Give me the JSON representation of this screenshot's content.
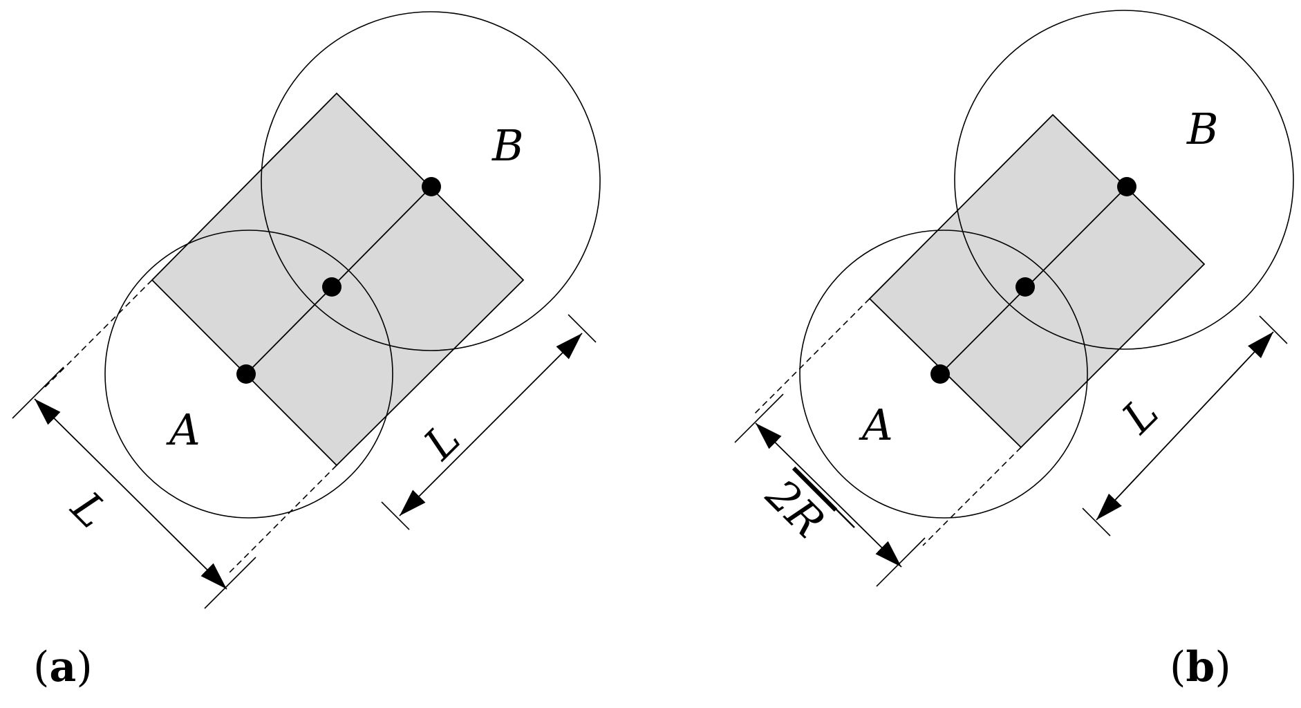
{
  "panels": [
    {
      "id": "a",
      "label_open": "(",
      "label_letter": "a",
      "label_close": ")",
      "circle_a_label": "A",
      "circle_b_label": "B",
      "dim_left_label": "L",
      "dim_right_label": "L"
    },
    {
      "id": "b",
      "label_open": "(",
      "label_letter": "b",
      "label_close": ")",
      "circle_a_label": "A",
      "circle_b_label": "B",
      "dim_left_label": "2R",
      "dim_right_label": "L"
    }
  ],
  "colors": {
    "rectangle_fill": "#d9d9d9",
    "stroke": "#000000",
    "background": "#ffffff"
  }
}
